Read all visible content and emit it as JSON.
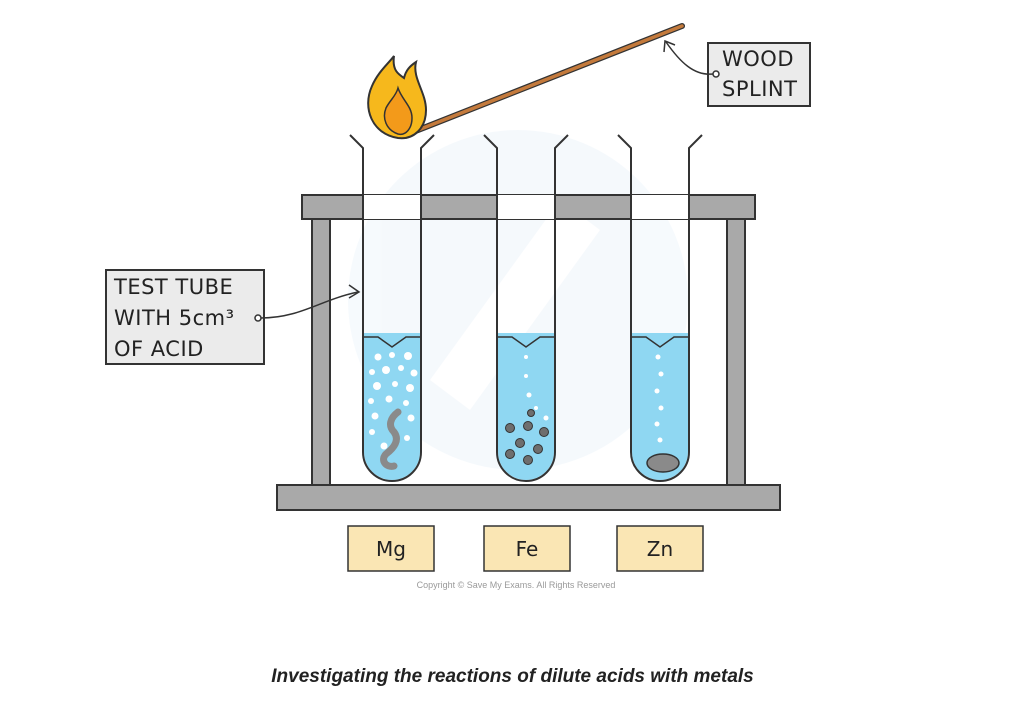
{
  "labels": {
    "wood_splint": [
      "WOOD",
      "SPLINT"
    ],
    "test_tube": [
      "TEST TUBE",
      "WITH 5cm³",
      "OF ACID"
    ]
  },
  "metals": [
    {
      "symbol": "Mg"
    },
    {
      "symbol": "Fe"
    },
    {
      "symbol": "Zn"
    }
  ],
  "copyright": "Copyright © Save My Exams. All Rights Reserved",
  "caption": "Investigating the reactions of dilute acids with metals",
  "colors": {
    "rack": "#a9a9a9",
    "acid": "#8fd7f2",
    "label_box": "#ebebeb",
    "metal_label_box": "#fae6b4",
    "splint": "#c47a3c",
    "flame_outer": "#f6b81c",
    "flame_inner": "#f39a1a",
    "metal": "#8a8a8a",
    "bubble": "#ffffff"
  }
}
